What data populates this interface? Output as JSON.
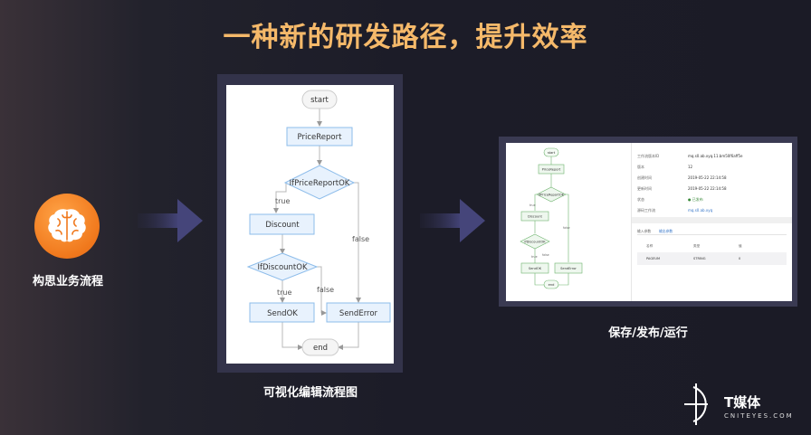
{
  "header": {
    "title": "一种新的研发路径，提升效率"
  },
  "left": {
    "label": "构思业务流程"
  },
  "flow": {
    "caption": "可视化编辑流程图",
    "nodes": {
      "start": "start",
      "price_report": "PriceReport",
      "if_price": "IfPriceReportOK",
      "discount": "Discount",
      "if_discount": "IfDiscountOK",
      "send_ok": "SendOK",
      "send_error": "SendError",
      "end": "end"
    },
    "edge_labels": {
      "true1": "true",
      "false1": "false",
      "true2": "true",
      "false2": "false"
    }
  },
  "product": {
    "caption": "保存/发布/运行",
    "info": [
      {
        "k": "工作流版本ID",
        "v": "mq.s0.ab.xyq.11.bm50f6aff5e"
      },
      {
        "k": "版本",
        "v": "12"
      },
      {
        "k": "创建时间",
        "v": "2019-05-22 22:14:58"
      },
      {
        "k": "更新时间",
        "v": "2019-05-22 22:14:58"
      },
      {
        "k": "状态",
        "v": "● 已发布"
      },
      {
        "k": "源码工作流",
        "v": "mq.s0.ab.xyq"
      }
    ],
    "tabs": [
      "输入参数",
      "输出参数"
    ],
    "table_header": [
      "名称",
      "类型",
      "值"
    ],
    "table_row": [
      "PAGEUM",
      "STRING",
      "0"
    ]
  },
  "watermark": {
    "brand": "T媒体",
    "site": "CNITEYES.COM"
  },
  "colors": {
    "title": "#f5b96a",
    "node_fill": "#e8f2fd",
    "node_stroke": "#8cbcea",
    "arrow": "#3e3e6a"
  }
}
